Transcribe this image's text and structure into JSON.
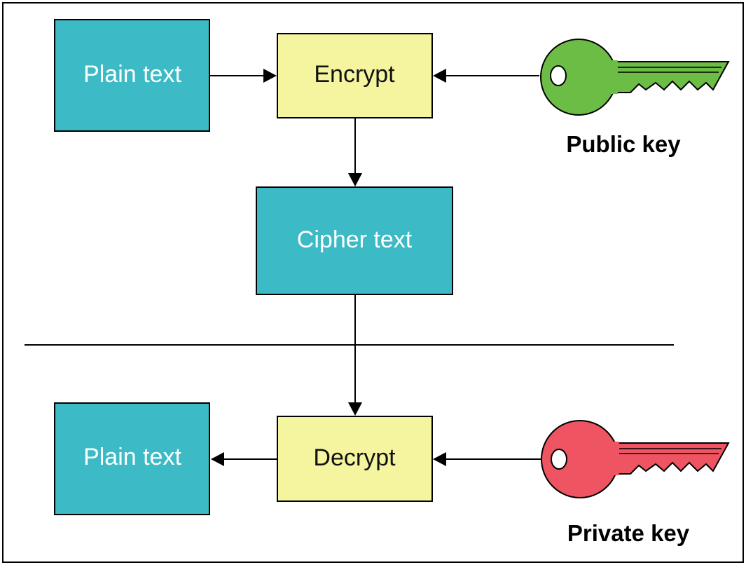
{
  "colors": {
    "teal": "#3cbac5",
    "yellow": "#f5f5a0",
    "public_key_green": "#6cbd45",
    "private_key_red": "#ee5462",
    "line": "#000000",
    "frame": "#000000"
  },
  "nodes": {
    "plain_text_top": "Plain text",
    "encrypt": "Encrypt",
    "cipher_text": "Cipher text",
    "plain_text_bottom": "Plain text",
    "decrypt": "Decrypt"
  },
  "keys": {
    "public": {
      "label": "Public key",
      "icon": "key-icon"
    },
    "private": {
      "label": "Private key",
      "icon": "key-icon"
    }
  }
}
